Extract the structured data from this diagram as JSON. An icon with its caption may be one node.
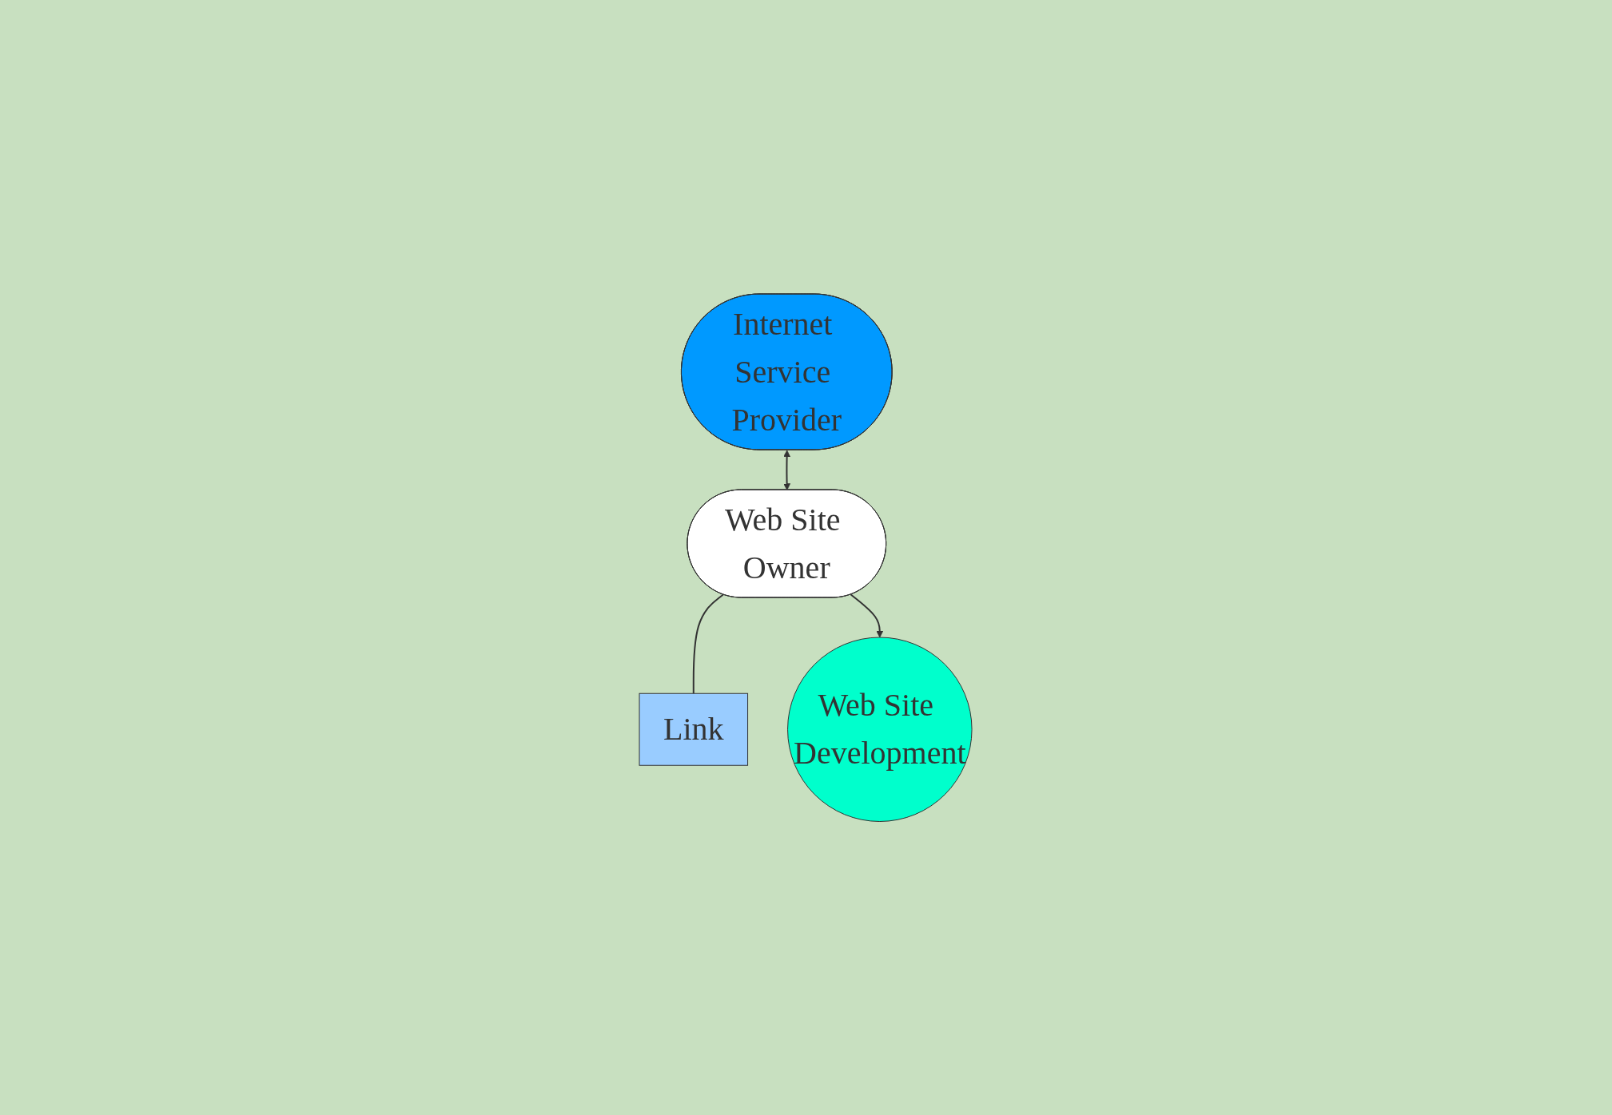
{
  "diagram": {
    "nodes": [
      {
        "text": [
          "Internet Service Provider"
        ]
      },
      {
        "text": [
          "Web Site Owner"
        ]
      },
      {
        "text": [
          "Link"
        ]
      },
      {
        "text": [
          "Web Site Development"
        ]
      }
    ],
    "edges": [
      {
        "from": 0,
        "to": 1,
        "arrow": "both"
      },
      {
        "from": 1,
        "to": 2,
        "arrow": "none"
      },
      {
        "from": 1,
        "to": 3,
        "arrow": "to"
      }
    ]
  }
}
